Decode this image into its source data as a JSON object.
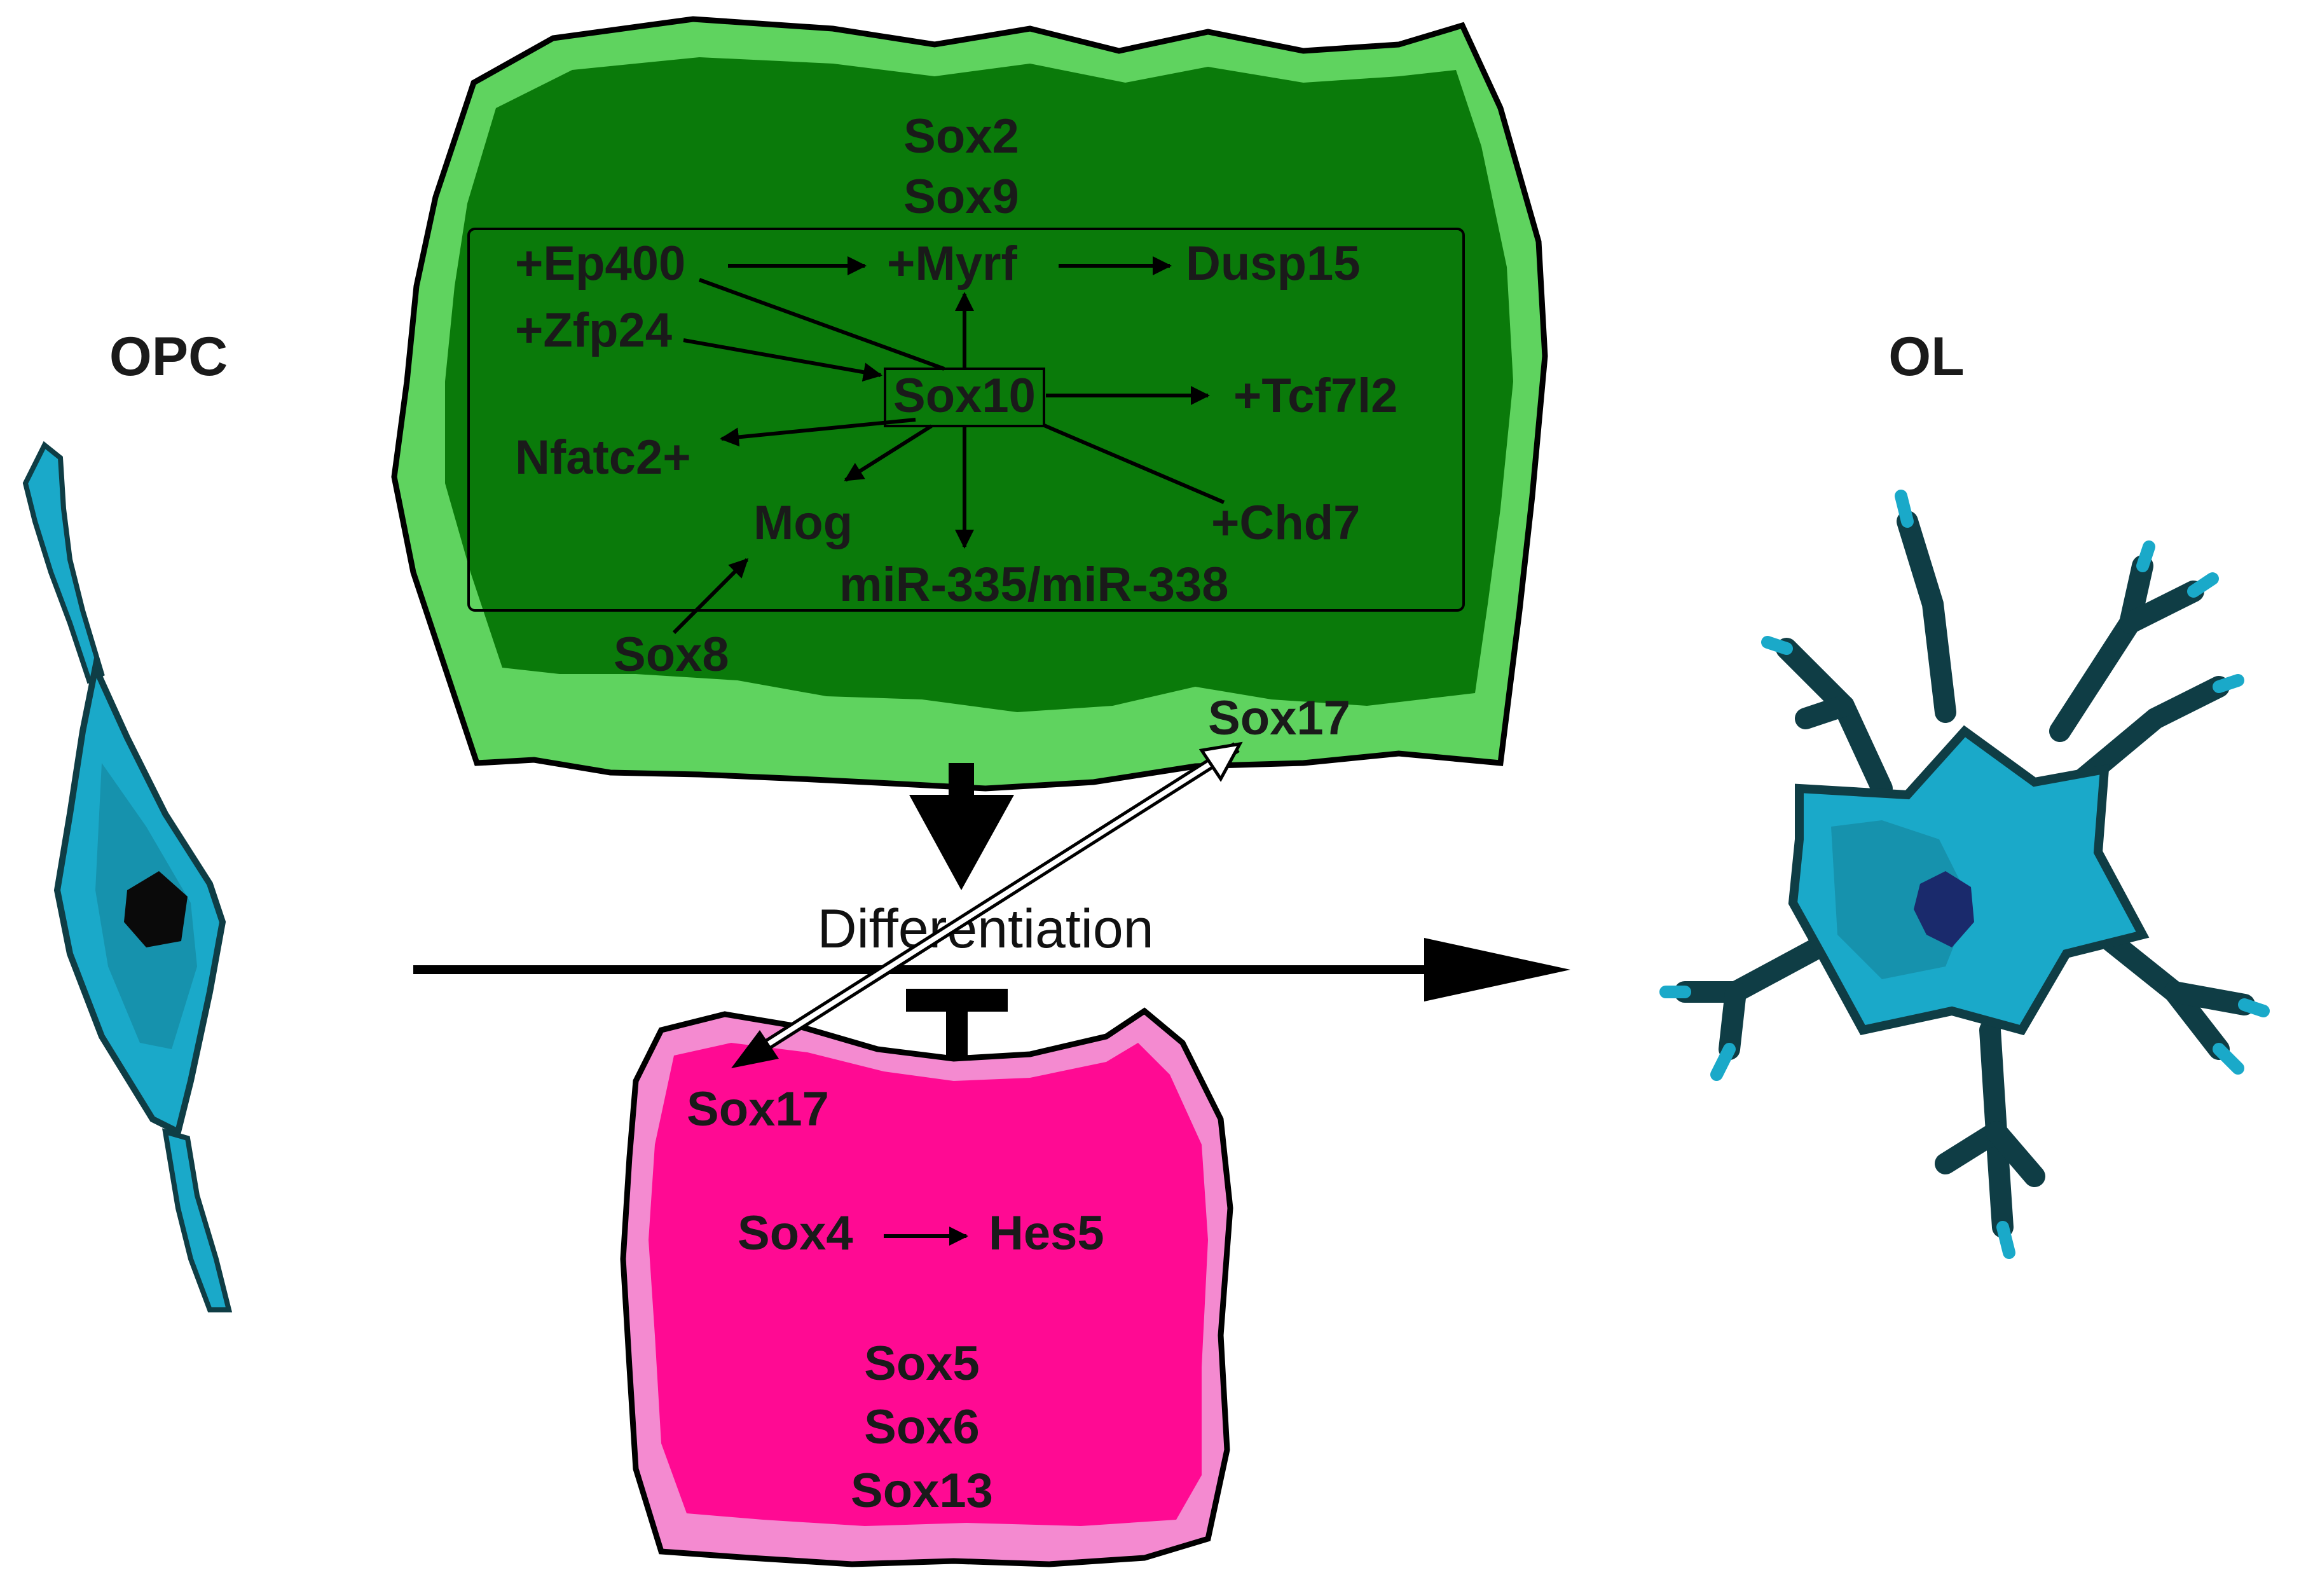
{
  "cells": {
    "opc_label": "OPC",
    "ol_label": "OL"
  },
  "process": {
    "label": "Differentiation"
  },
  "promoting_region": {
    "color": "#0a7a0a",
    "light_color": "#5fd35f",
    "top_labels": [
      "Sox2",
      "Sox9"
    ],
    "hub": "Sox10",
    "nodes": {
      "ep400": "+Ep400",
      "myrf": "+Myrf",
      "dusp15": "Dusp15",
      "zfp24": "+Zfp24",
      "tcf7l2": "+Tcf7l2",
      "nfatc2": "Nfatc2+",
      "mog": "Mog",
      "chd7": "+Chd7",
      "mirna": "miR-335/miR-338",
      "sox8": "Sox8",
      "sox17": "Sox17"
    }
  },
  "inhibiting_region": {
    "color": "#ff0a93",
    "light_color": "#f48ad0",
    "sox17": "Sox17",
    "sox4": "Sox4",
    "hes5": "Hes5",
    "bottom_labels": [
      "Sox5",
      "Sox6",
      "Sox13"
    ]
  },
  "colors": {
    "cell_blue": "#1aa9c9",
    "cell_dark": "#0f3d45",
    "nucleus_opc": "#0a0a0a",
    "nucleus_ol": "#1a2a6c"
  }
}
